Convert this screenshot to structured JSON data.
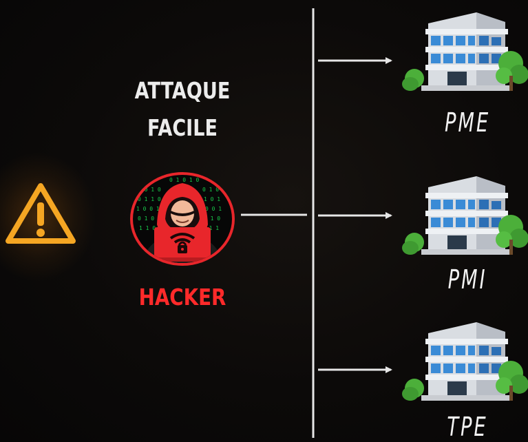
{
  "title": {
    "line1": "ATTAQUE",
    "line2": "FACILE"
  },
  "source": {
    "label": "HACKER",
    "icon": "hacker-icon"
  },
  "warning": {
    "icon": "warning-icon",
    "color": "#f5a623"
  },
  "targets": [
    {
      "label": "PME",
      "icon": "office-building-icon"
    },
    {
      "label": "PMI",
      "icon": "office-building-icon"
    },
    {
      "label": "TPE",
      "icon": "office-building-icon"
    }
  ],
  "colors": {
    "background": "#0b0908",
    "accent_red": "#e8262b",
    "line": "#e6e6e6",
    "text": "#ececec"
  }
}
